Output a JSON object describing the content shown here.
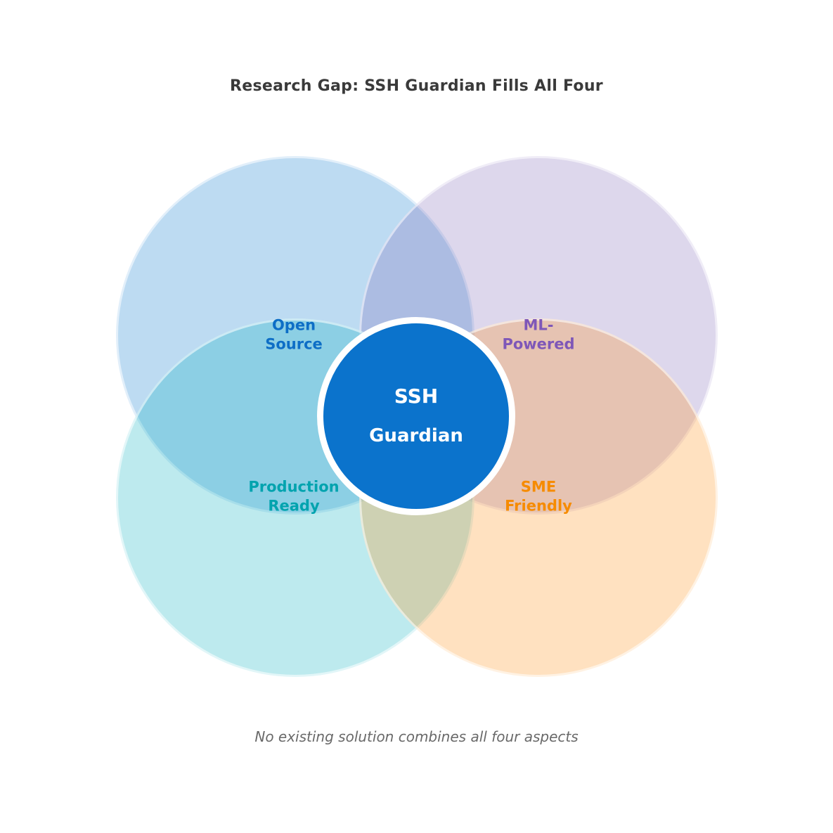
{
  "title": "Research Gap: SSH Guardian Fills All Four",
  "title_color": "#3a3a3a",
  "caption": "No existing solution combines all four aspects",
  "caption_color": "#696969",
  "background_color": "#ffffff",
  "diagram": {
    "type": "venn-4-sets",
    "sets": [
      {
        "id": "open-source",
        "label_line1": "Open",
        "label_line2": "Source",
        "label_color": "#0d6ec6",
        "base_color": "#0074CE",
        "fill_css": "rgba(0,116,206,0.26)"
      },
      {
        "id": "ml-powered",
        "label_line1": "ML-",
        "label_line2": "Powered",
        "label_color": "#7e57b8",
        "base_color": "#7B64B5",
        "fill_css": "rgba(123,100,181,0.26)"
      },
      {
        "id": "production-ready",
        "label_line1": "Production",
        "label_line2": "Ready",
        "label_color": "#00a3ae",
        "base_color": "#00AEBD",
        "fill_css": "rgba(0,174,189,0.26)"
      },
      {
        "id": "sme-friendly",
        "label_line1": "SME",
        "label_line2": "Friendly",
        "label_color": "#f68b00",
        "base_color": "#FF8C0A",
        "fill_css": "rgba(255,140,10,0.26)"
      }
    ],
    "center_badge": {
      "line1": "SSH",
      "line2": "Guardian",
      "fill_color": "#0b73cc",
      "border_color": "#ffffff",
      "text_color": "#ffffff"
    }
  }
}
